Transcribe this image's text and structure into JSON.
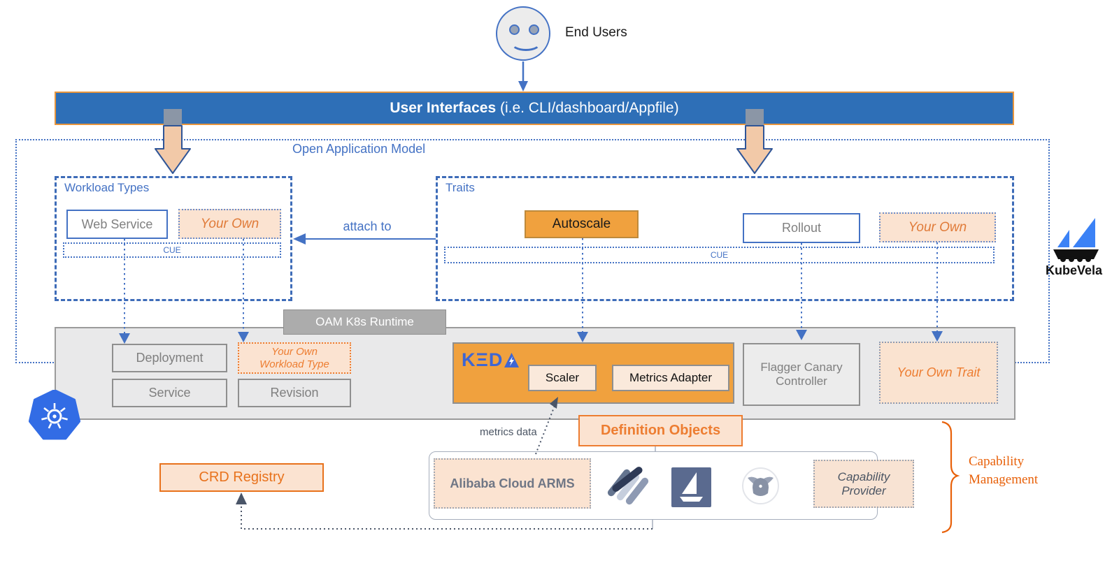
{
  "colors": {
    "banner_blue": "#2E6FB7",
    "accent_blue": "#4472C4",
    "orange": "#ED7D31",
    "deep_orange": "#E8610A",
    "peach_fill": "#FBE3D1",
    "autoscale_orange": "#F0A13E",
    "runtime_gray": "#E9E9EA",
    "kubernetes_blue": "#326CE5",
    "keda_blue": "#3E66D3"
  },
  "end_users": {
    "label": "End Users"
  },
  "banner": {
    "title_bold": "User Interfaces",
    "title_detail": " (i.e. CLI/dashboard/Appfile)"
  },
  "oam": {
    "label": "Open Application Model",
    "attach_to": "attach to",
    "workload_types": {
      "label": "Workload Types",
      "web_service": "Web Service",
      "your_own": "Your Own",
      "cue": "CUE"
    },
    "traits": {
      "label": "Traits",
      "autoscale": "Autoscale",
      "rollout": "Rollout",
      "your_own": "Your Own",
      "cue": "CUE"
    }
  },
  "runtime": {
    "label": "OAM K8s Runtime",
    "deployment": "Deployment",
    "service": "Service",
    "revision": "Revision",
    "your_own_workload_type": "Your Own Workload Type",
    "keda": {
      "logo_text": "KΞD",
      "scaler": "Scaler",
      "metrics_adapter": "Metrics Adapter"
    },
    "flagger": "Flagger Canary Controller",
    "your_own_trait": "Your Own Trait"
  },
  "capability": {
    "metrics_data": "metrics data",
    "definition_objects": "Definition Objects",
    "crd_registry": "CRD Registry",
    "alibaba_arms": "Alibaba Cloud ARMS",
    "provider": "Capability Provider",
    "management": "Capability Management"
  },
  "kubevela": {
    "label": "KubeVela"
  }
}
